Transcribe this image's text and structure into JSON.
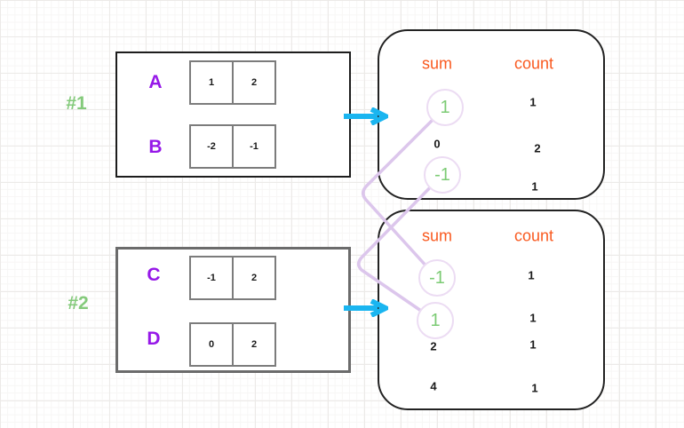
{
  "examples": [
    {
      "label": "#1",
      "arrays": [
        {
          "name": "A",
          "cells": [
            "1",
            "2"
          ]
        },
        {
          "name": "B",
          "cells": [
            "-2",
            "-1"
          ]
        }
      ],
      "result": {
        "sum_header": "sum",
        "count_header": "count",
        "rows": [
          {
            "sum": "1",
            "count": "1",
            "highlighted": true
          },
          {
            "sum": "0",
            "count": "2",
            "highlighted": false
          },
          {
            "sum": "-1",
            "count": "1",
            "highlighted": true
          }
        ]
      }
    },
    {
      "label": "#2",
      "arrays": [
        {
          "name": "C",
          "cells": [
            "-1",
            "2"
          ]
        },
        {
          "name": "D",
          "cells": [
            "0",
            "2"
          ]
        }
      ],
      "result": {
        "sum_header": "sum",
        "count_header": "count",
        "rows": [
          {
            "sum": "-1",
            "count": "1",
            "highlighted": true
          },
          {
            "sum": "1",
            "count": "1",
            "highlighted": true
          },
          {
            "sum": "2",
            "count": "1",
            "highlighted": false
          },
          {
            "sum": "4",
            "count": "1",
            "highlighted": false
          }
        ]
      }
    }
  ],
  "icons": {
    "arrow_1": "arrow-right-icon",
    "arrow_2": "arrow-right-icon"
  },
  "colors": {
    "highlight_green": "#7ccb74",
    "label_green": "#84ca7b",
    "array_name_purple": "#9618e8",
    "header_orange": "#f95a20",
    "arrow_cyan": "#1ab5f0",
    "connector_lavender": "#dcc6ec",
    "circle_stroke": "#ecdcf3"
  }
}
